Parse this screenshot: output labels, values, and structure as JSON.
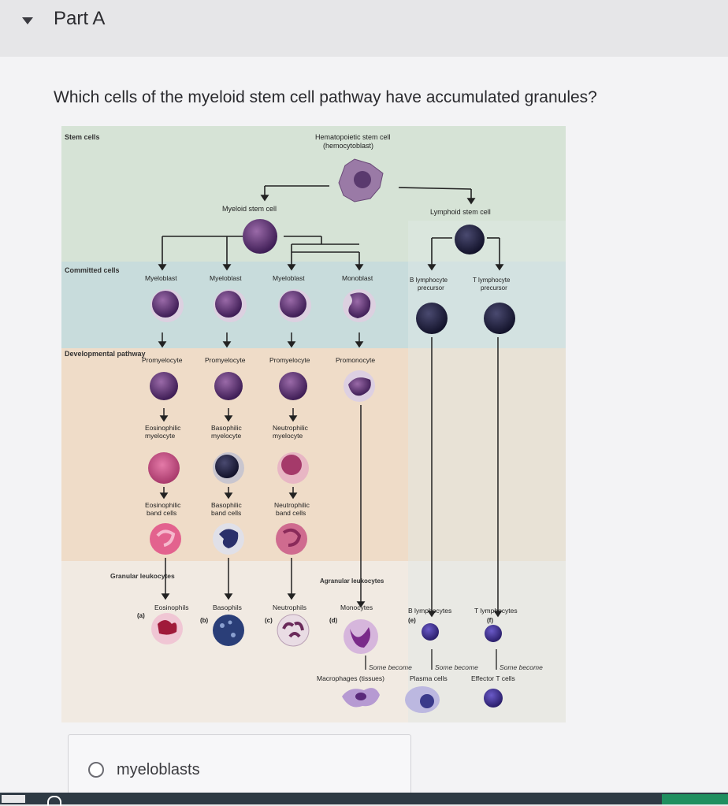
{
  "header": {
    "title": "Part A"
  },
  "question": "Which cells of the myeloid stem cell pathway have accumulated granules?",
  "figure": {
    "section_labels": {
      "stem_cells": "Stem cells",
      "committed_cells": "Committed cells",
      "developmental_pathway": "Developmental pathway",
      "granular_leukocytes": "Granular leukocytes",
      "agranular_leukocytes": "Agranular leukocytes"
    },
    "hematopoietic": {
      "line1": "Hematopoietic stem cell",
      "line2": "(hemocytoblast)"
    },
    "myeloid_stem": "Myeloid stem cell",
    "lymphoid_stem": "Lymphoid stem cell",
    "committed": [
      "Myeloblast",
      "Myeloblast",
      "Myeloblast",
      "Monoblast"
    ],
    "b_precursor": {
      "line1": "B lymphocyte",
      "line2": "precursor"
    },
    "t_precursor": {
      "line1": "T lymphocyte",
      "line2": "precursor"
    },
    "developmental": [
      "Promyelocyte",
      "Promyelocyte",
      "Promyelocyte",
      "Promonocyte"
    ],
    "myelocytes": [
      {
        "line1": "Eosinophilic",
        "line2": "myelocyte"
      },
      {
        "line1": "Basophilic",
        "line2": "myelocyte"
      },
      {
        "line1": "Neutrophilic",
        "line2": "myelocyte"
      }
    ],
    "band_cells": [
      {
        "line1": "Eosinophilic",
        "line2": "band cells"
      },
      {
        "line1": "Basophilic",
        "line2": "band cells"
      },
      {
        "line1": "Neutrophilic",
        "line2": "band cells"
      }
    ],
    "mature": [
      {
        "name": "Eosinophils",
        "letter": "(a)"
      },
      {
        "name": "Basophils",
        "letter": "(b)"
      },
      {
        "name": "Neutrophils",
        "letter": "(c)"
      },
      {
        "name": "Monocytes",
        "letter": "(d)"
      },
      {
        "name": "B lymphocytes",
        "letter": "(e)"
      },
      {
        "name": "T lymphocytes",
        "letter": "(f)"
      }
    ],
    "some_become": [
      "Some become",
      "Some become",
      "Some become"
    ],
    "final_cells": [
      "Macrophages (tissues)",
      "Plasma cells",
      "Effector T cells"
    ]
  },
  "answer_option": {
    "label": "myeloblasts"
  },
  "colors": {
    "stem_band": "#d6e3d6",
    "committed_band": "#c8dcdc",
    "developmental_band": "#efdcc8",
    "mature_band": "#f1eae2",
    "lymph_panel": "#dfe9e6"
  }
}
